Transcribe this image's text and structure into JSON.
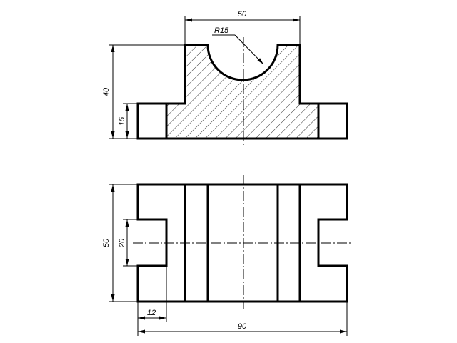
{
  "drawing": {
    "dimensions": {
      "top_width": "50",
      "radius": "R15",
      "height_total": "40",
      "height_flange": "15",
      "depth_total": "50",
      "slot_width": "20",
      "slot_depth": "12",
      "length_total": "90"
    }
  }
}
